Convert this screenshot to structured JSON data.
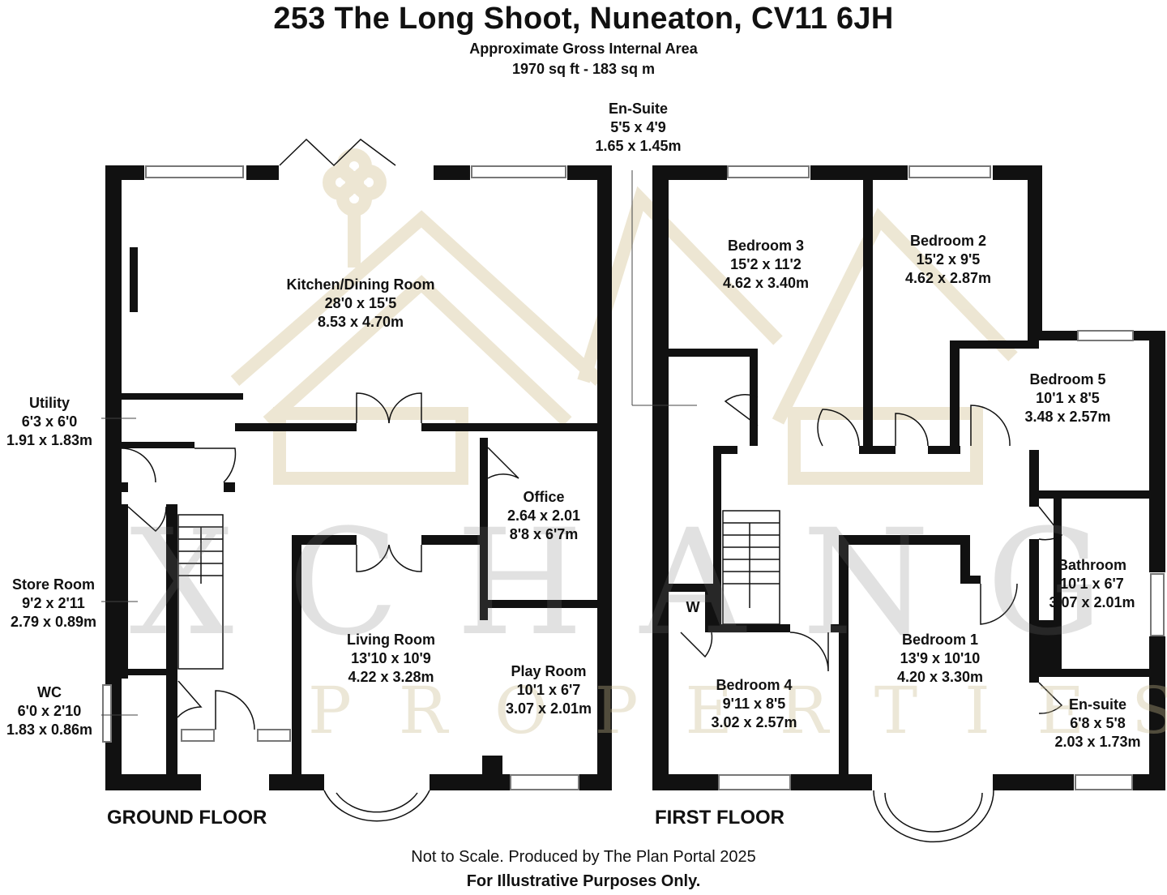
{
  "header": {
    "title": "253 The Long Shoot, Nuneaton, CV11 6JH",
    "area_label": "Approximate Gross Internal Area",
    "area_value": "1970 sq ft - 183 sq m"
  },
  "watermark": {
    "line1": "XCHANGE",
    "line2": "PROPERTIES"
  },
  "floors": {
    "ground": "GROUND FLOOR",
    "first": "FIRST FLOOR"
  },
  "rooms": {
    "kitchen": {
      "name": "Kitchen/Dining Room",
      "imperial": "28'0 x 15'5",
      "metric": "8.53 x 4.70m"
    },
    "utility": {
      "name": "Utility",
      "imperial": "6'3 x 6'0",
      "metric": "1.91 x 1.83m"
    },
    "store": {
      "name": "Store Room",
      "imperial": "9'2 x 2'11",
      "metric": "2.79 x 0.89m"
    },
    "wc": {
      "name": "WC",
      "imperial": "6'0 x 2'10",
      "metric": "1.83 x 0.86m"
    },
    "office": {
      "name": "Office",
      "metric": "2.64 x 2.01",
      "imperial": "8'8 x 6'7m"
    },
    "living": {
      "name": "Living Room",
      "imperial": "13'10 x 10'9",
      "metric": "4.22 x 3.28m"
    },
    "play": {
      "name": "Play Room",
      "imperial": "10'1 x 6'7",
      "metric": "3.07 x 2.01m"
    },
    "ensuite_top": {
      "name": "En-Suite",
      "imperial": "5'5 x 4'9",
      "metric": "1.65 x 1.45m"
    },
    "bed3": {
      "name": "Bedroom 3",
      "imperial": "15'2 x 11'2",
      "metric": "4.62 x 3.40m"
    },
    "bed2": {
      "name": "Bedroom 2",
      "imperial": "15'2 x 9'5",
      "metric": "4.62 x 2.87m"
    },
    "bed5": {
      "name": "Bedroom 5",
      "imperial": "10'1 x 8'5",
      "metric": "3.48 x 2.57m"
    },
    "bath": {
      "name": "Bathroom",
      "imperial": "10'1 x 6'7",
      "metric": "3.07 x 2.01m"
    },
    "bed1": {
      "name": "Bedroom 1",
      "imperial": "13'9 x 10'10",
      "metric": "4.20 x 3.30m"
    },
    "bed4": {
      "name": "Bedroom 4",
      "imperial": "9'11 x 8'5",
      "metric": "3.02 x 2.57m"
    },
    "ensuite": {
      "name": "En-suite",
      "imperial": "6'8 x 5'8",
      "metric": "2.03 x 1.73m"
    },
    "wardrobe": {
      "name": "W"
    }
  },
  "footer": {
    "line1": "Not to Scale. Produced by The Plan Portal 2025",
    "line2": "For Illustrative Purposes Only."
  },
  "colors": {
    "wall": "#111111",
    "logo": "#e8dfc6",
    "window": "#ffffff"
  }
}
